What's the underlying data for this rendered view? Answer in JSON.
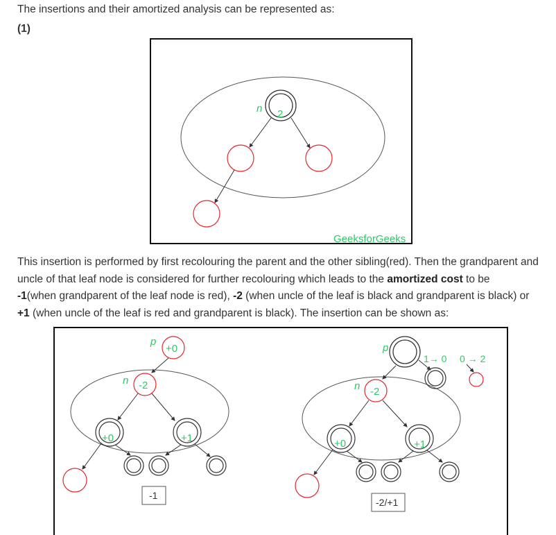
{
  "intro_text": "The insertions and their amortized analysis can be represented as:",
  "case_label": "(1)",
  "figure1": {
    "node_label_n": "n",
    "node_value": "2",
    "watermark": "GeeksforGeeks"
  },
  "paragraph": {
    "part1": "This insertion is performed by first recolouring the parent and the other sibling(red). Then the grandparent and uncle of that leaf node is considered for further recolouring which leads to the ",
    "bold_amortized": "amortized cost",
    "part2": " to be ",
    "bold_minus1": "-1",
    "part3": "(when grandparent of the leaf node is red), ",
    "bold_minus2": "-2",
    "part4": " (when uncle of the leaf is black and grandparent is black) or ",
    "bold_plus1": "+1",
    "part5": " (when uncle of the leaf is red and grandparent is black). The insertion can be shown as:"
  },
  "figure2": {
    "left": {
      "p_label": "p",
      "p_value": "+0",
      "n_label": "n",
      "n_value": "-2",
      "left_child_value": "+0",
      "right_child_value": "+1",
      "cost_box": "-1"
    },
    "right": {
      "p_label": "p",
      "n_label": "n",
      "n_value": "-2",
      "left_child_value": "+0",
      "right_child_value": "+1",
      "transition1": "1→ 0",
      "transition2": "0 → 2",
      "cost_box": "-2/+1"
    }
  },
  "colors": {
    "red_node": "#e8252a",
    "green_text": "#2ec866",
    "black_node": "#222222"
  }
}
